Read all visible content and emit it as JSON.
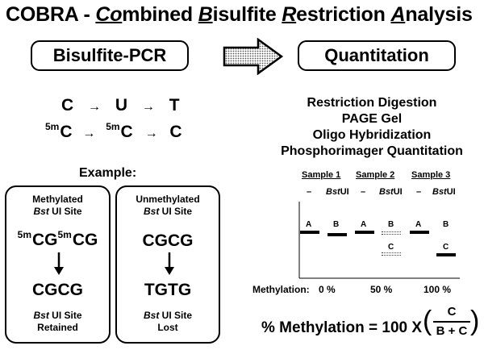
{
  "title": {
    "prefix": "COBRA - ",
    "co": "Co",
    "co_rest": "mbined ",
    "b": "B",
    "b_rest": "isulfite ",
    "r": "R",
    "r_rest": "estriction ",
    "a": "A",
    "a_rest": "nalysis"
  },
  "left_pill": "Bisulfite-PCR",
  "right_pill": "Quantitation",
  "conversion": {
    "row1": {
      "a": "C",
      "b": "U",
      "c": "T"
    },
    "row2": {
      "sup": "5m",
      "a": "C",
      "b": "C",
      "c": "C"
    }
  },
  "example_label": "Example:",
  "methylated_box": {
    "line1": "Methylated",
    "site_enzyme": "Bst",
    "site_rest": " UI Site",
    "seq_sup": "5m",
    "seq_a": "CG",
    "seq_b": "CG",
    "result": "CGCG",
    "foot_enzyme": "Bst",
    "foot_rest": " UI Site",
    "foot_line2": "Retained"
  },
  "unmethylated_box": {
    "line1": "Unmethylated",
    "site_enzyme": "Bst",
    "site_rest": " UI Site",
    "seq": "CGCG",
    "result": "TGTG",
    "foot_enzyme": "Bst",
    "foot_rest": " UI Site",
    "foot_line2": "Lost"
  },
  "steps": [
    "Restriction Digestion",
    "PAGE Gel",
    "Oligo Hybridization",
    "Phosphorimager Quantitation"
  ],
  "gel": {
    "samples": [
      "Sample 1",
      "Sample 2",
      "Sample 3"
    ],
    "minus": "–",
    "enzyme_italic": "Bst",
    "enzyme_rest": "UI",
    "band_a": "A",
    "band_b": "B",
    "band_c": "C",
    "methylation_label": "Methylation:",
    "values": [
      "0 %",
      "50 %",
      "100 %"
    ]
  },
  "formula": {
    "lhs": "% Methylation = 100 X",
    "numerator": "C",
    "denominator": "B + C"
  }
}
